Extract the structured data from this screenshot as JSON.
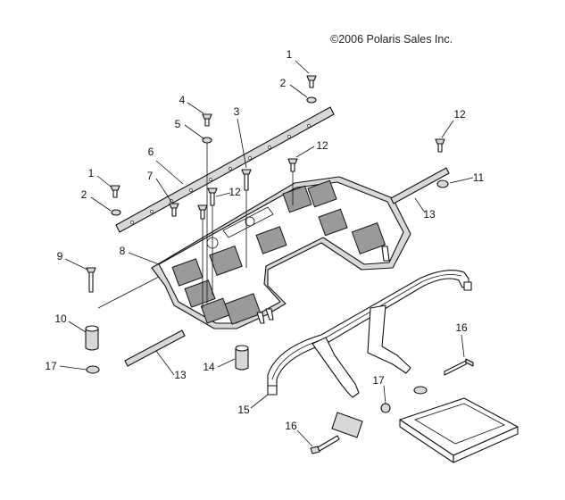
{
  "copyright": "©2006 Polaris Sales Inc.",
  "labels": [
    {
      "id": "1a",
      "text": "1"
    },
    {
      "id": "2a",
      "text": "2"
    },
    {
      "id": "4",
      "text": "4"
    },
    {
      "id": "5",
      "text": "5"
    },
    {
      "id": "3",
      "text": "3"
    },
    {
      "id": "6",
      "text": "6"
    },
    {
      "id": "12a",
      "text": "12"
    },
    {
      "id": "12b",
      "text": "12"
    },
    {
      "id": "1b",
      "text": "1"
    },
    {
      "id": "7",
      "text": "7"
    },
    {
      "id": "12c",
      "text": "12"
    },
    {
      "id": "11",
      "text": "11"
    },
    {
      "id": "2b",
      "text": "2"
    },
    {
      "id": "13a",
      "text": "13"
    },
    {
      "id": "8",
      "text": "8"
    },
    {
      "id": "9",
      "text": "9"
    },
    {
      "id": "10",
      "text": "10"
    },
    {
      "id": "16a",
      "text": "16"
    },
    {
      "id": "17a",
      "text": "17"
    },
    {
      "id": "13b",
      "text": "13"
    },
    {
      "id": "14",
      "text": "14"
    },
    {
      "id": "17b",
      "text": "17"
    },
    {
      "id": "15",
      "text": "15"
    },
    {
      "id": "16b",
      "text": "16"
    }
  ]
}
